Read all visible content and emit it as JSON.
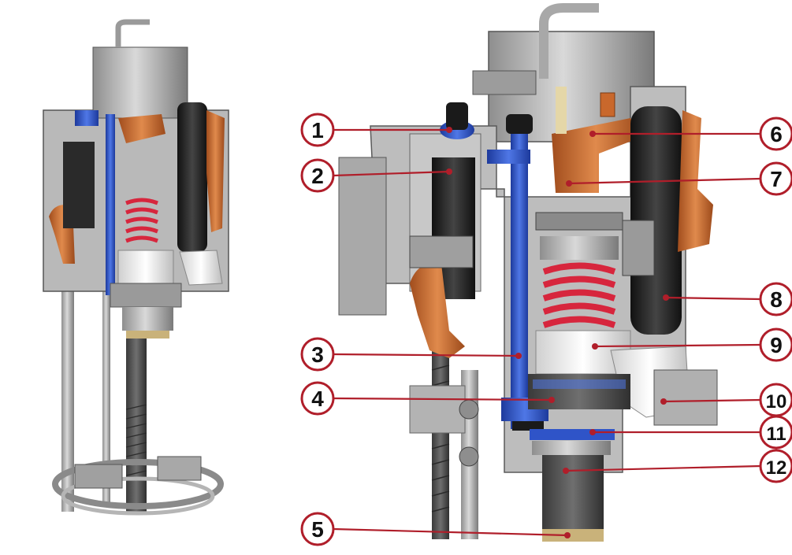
{
  "colors": {
    "leader": "#b01e2a",
    "callout_ring": "#b01e2a",
    "callout_fill": "#ffffff",
    "shaft_blue": "#2f54c8",
    "bracket_orange": "#c9682c",
    "spring_red": "#d7263d",
    "metal_light": "#cfcfcf",
    "metal_mid": "#9a9a9a",
    "metal_dark": "#5a5a5a",
    "motor_black": "#1f1f1f"
  },
  "callouts": [
    {
      "id": "1",
      "label": "1"
    },
    {
      "id": "2",
      "label": "2"
    },
    {
      "id": "3",
      "label": "3"
    },
    {
      "id": "4",
      "label": "4"
    },
    {
      "id": "5",
      "label": "5"
    },
    {
      "id": "6",
      "label": "6"
    },
    {
      "id": "7",
      "label": "7"
    },
    {
      "id": "8",
      "label": "8"
    },
    {
      "id": "9",
      "label": "9"
    },
    {
      "id": "10",
      "label": "10"
    },
    {
      "id": "11",
      "label": "11"
    },
    {
      "id": "12",
      "label": "12"
    }
  ]
}
